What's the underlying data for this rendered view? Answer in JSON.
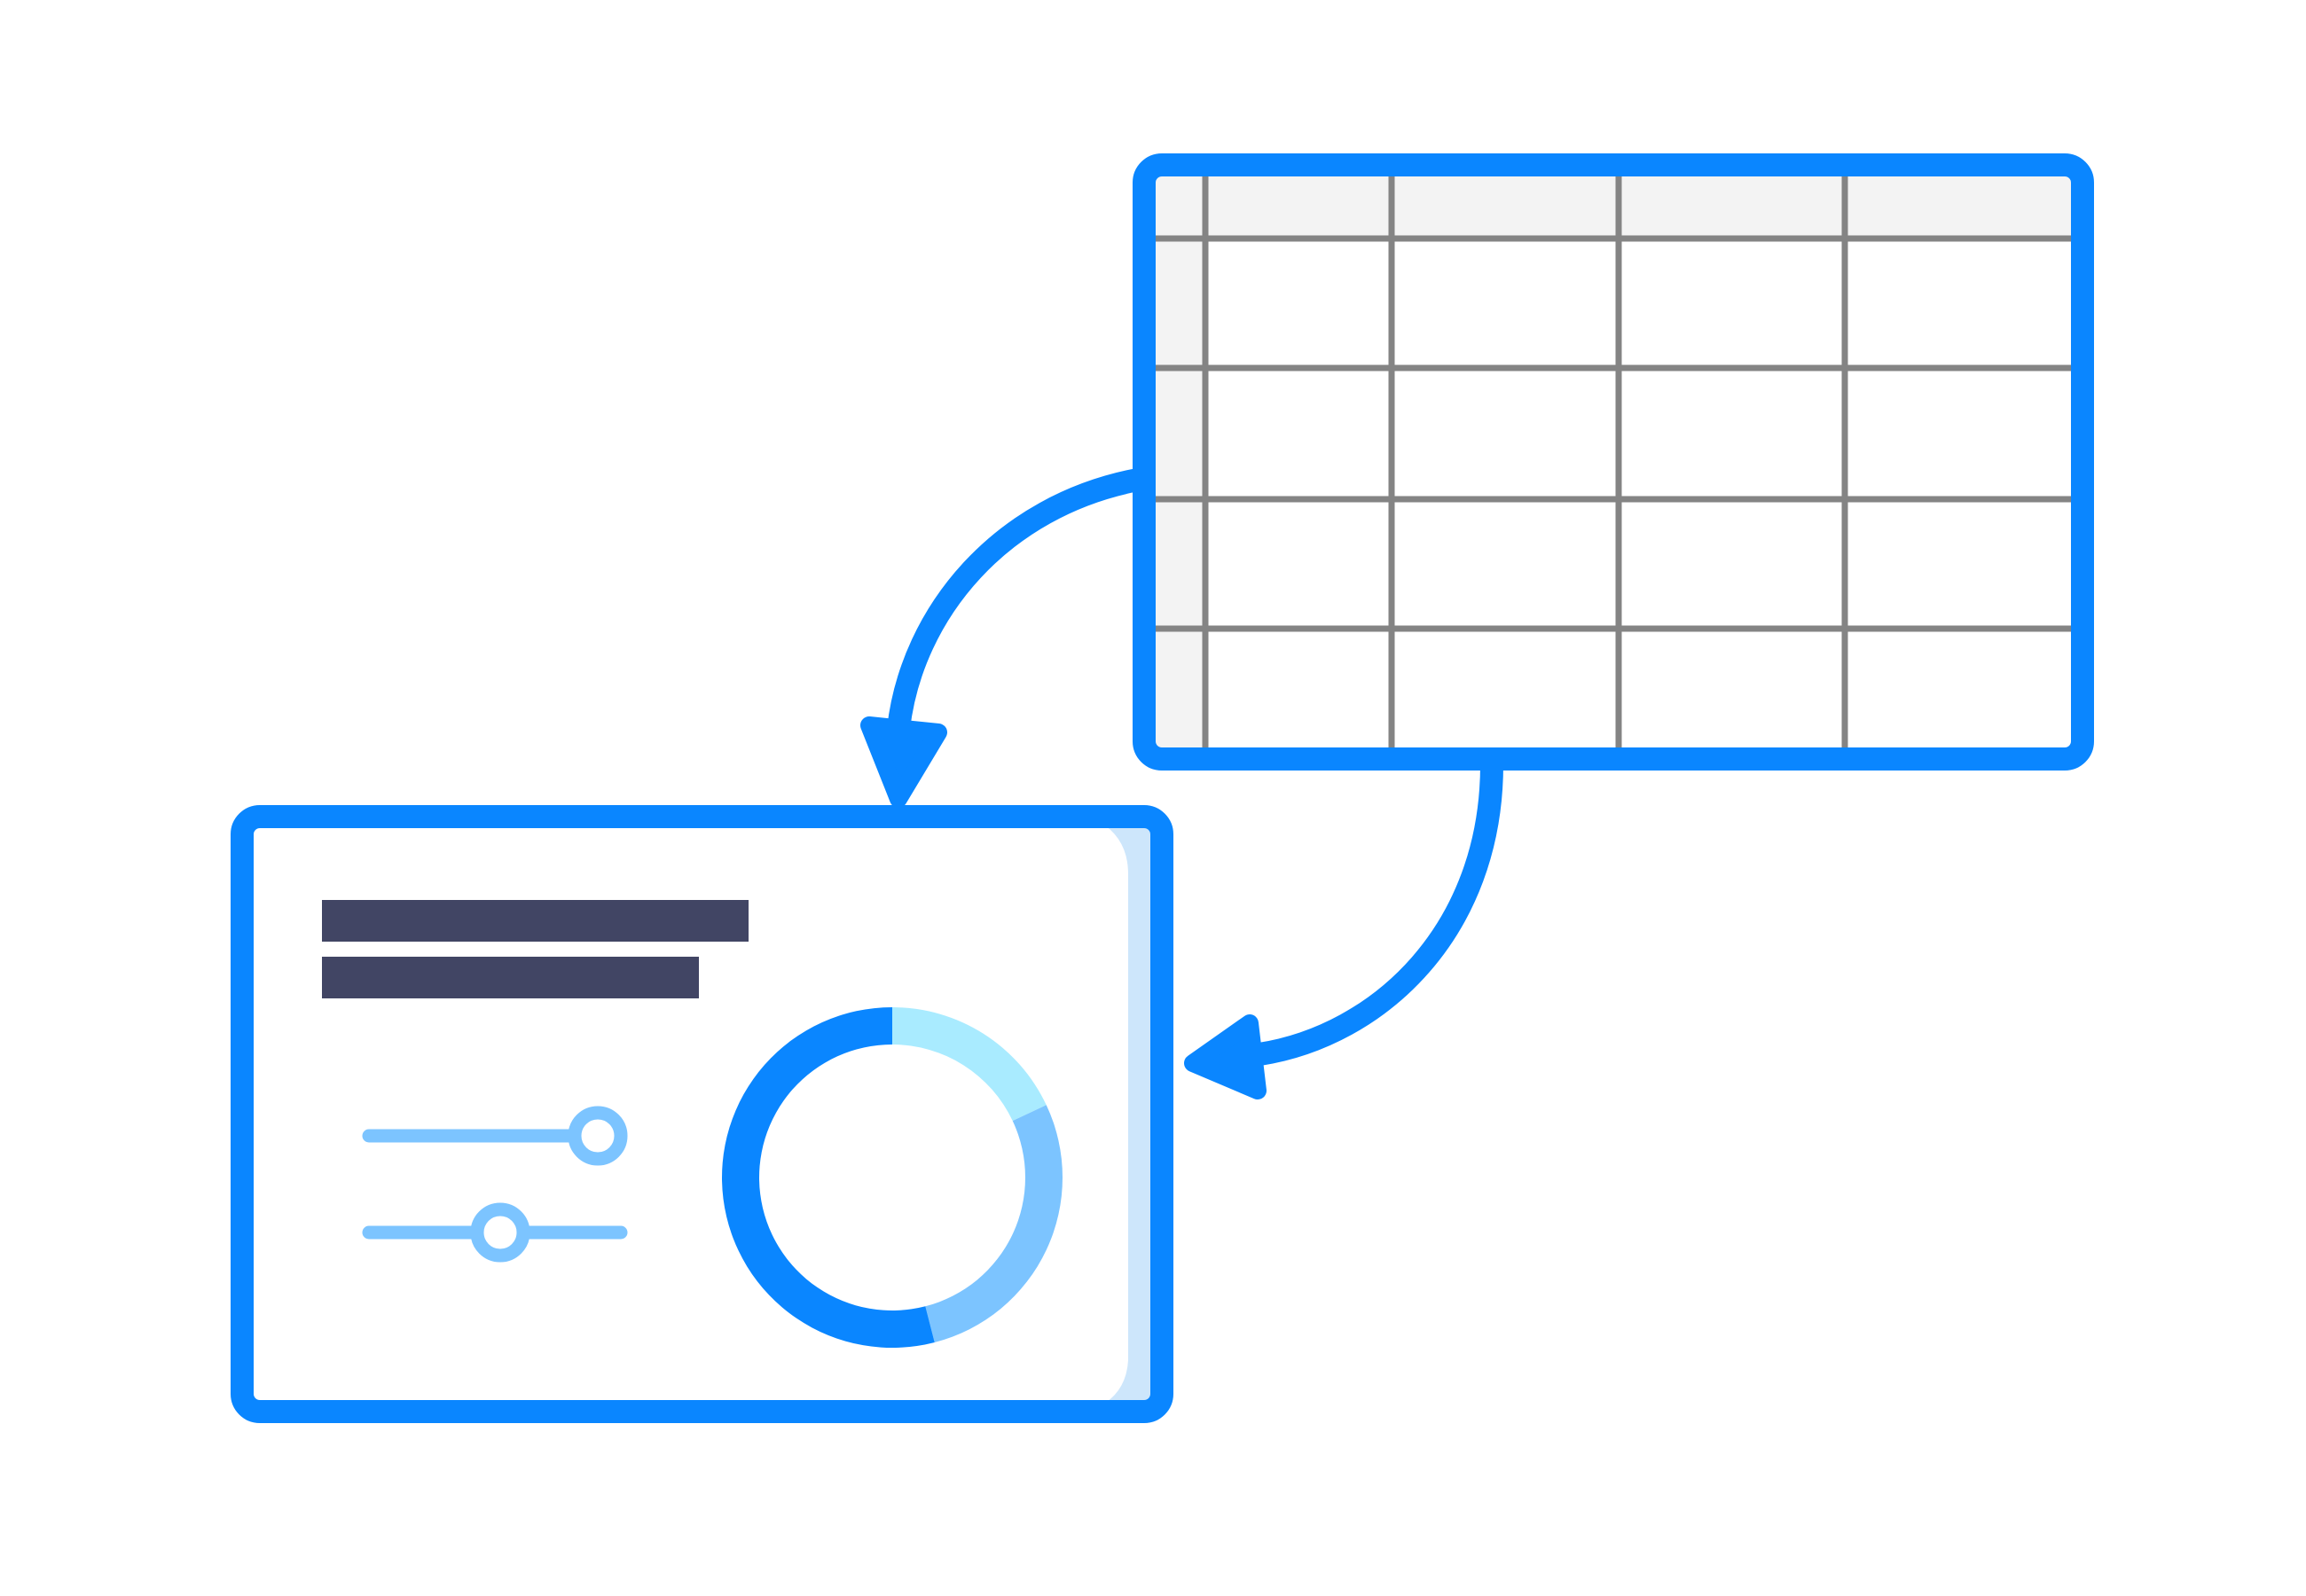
{
  "diagram": {
    "colors": {
      "frame": "#0a86ff",
      "grid_line": "#848484",
      "header_fill": "#f3f3f3",
      "cell_fill": "#ffffff",
      "text_bar": "#414564",
      "slider": "#7cc4ff",
      "side_panel": "#cde6fb",
      "donut_primary": "#0a86ff",
      "donut_secondary": "#7cc4ff",
      "donut_tertiary": "#a9ebff"
    },
    "spreadsheet": {
      "icon": "table-icon",
      "columns": 4,
      "rows": 4,
      "has_header_row": true,
      "has_header_column": true
    },
    "dashboard": {
      "icon": "dashboard-icon",
      "text_placeholders": 2,
      "sliders": [
        {
          "icon": "slider-icon",
          "level": 0.88
        },
        {
          "icon": "slider-icon",
          "level": 0.52
        }
      ],
      "donut_segments": [
        {
          "color_key": "donut_tertiary",
          "fraction": 0.18
        },
        {
          "color_key": "donut_secondary",
          "fraction": 0.28
        },
        {
          "color_key": "donut_primary",
          "fraction": 0.54
        }
      ]
    },
    "arrows": [
      {
        "icon": "arrow-icon",
        "from": "spreadsheet",
        "to": "dashboard"
      },
      {
        "icon": "arrow-icon",
        "from": "spreadsheet",
        "to": "dashboard"
      }
    ]
  }
}
